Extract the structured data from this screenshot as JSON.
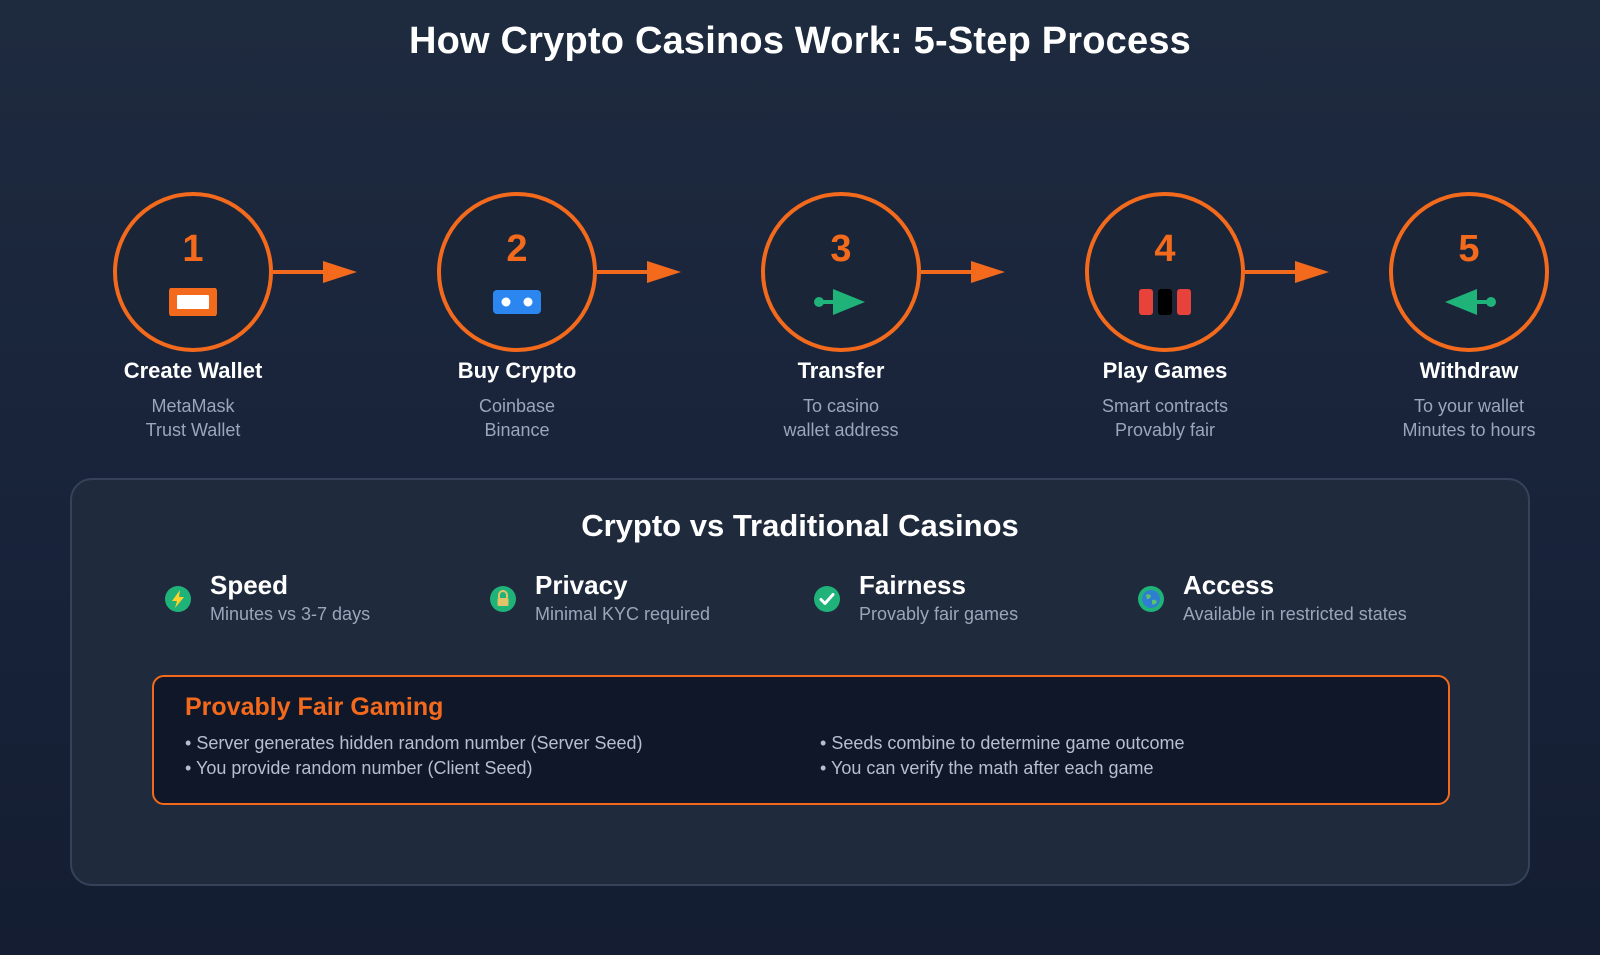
{
  "title": "How Crypto Casinos Work: 5-Step Process",
  "colors": {
    "accent": "#f36a1c",
    "background": "#1b2639",
    "panel": "#1f2a3c",
    "muted_text": "#9aa6bb"
  },
  "steps": [
    {
      "number": "1",
      "label": "Create Wallet",
      "icon": "wallet-icon",
      "lines": [
        "MetaMask",
        "Trust Wallet"
      ]
    },
    {
      "number": "2",
      "label": "Buy Crypto",
      "icon": "coins-icon",
      "lines": [
        "Coinbase",
        "Binance"
      ]
    },
    {
      "number": "3",
      "label": "Transfer",
      "icon": "send-arrow-icon",
      "lines": [
        "To casino",
        "wallet address"
      ]
    },
    {
      "number": "4",
      "label": "Play Games",
      "icon": "slot-machine-icon",
      "lines": [
        "Smart contracts",
        "Provably fair"
      ]
    },
    {
      "number": "5",
      "label": "Withdraw",
      "icon": "receive-arrow-icon",
      "lines": [
        "To your wallet",
        "Minutes to hours"
      ]
    }
  ],
  "comparison": {
    "title": "Crypto vs Traditional Casinos",
    "features": [
      {
        "label": "Speed",
        "desc": "Minutes vs 3-7 days",
        "icon": "lightning-icon"
      },
      {
        "label": "Privacy",
        "desc": "Minimal KYC required",
        "icon": "lock-icon"
      },
      {
        "label": "Fairness",
        "desc": "Provably fair games",
        "icon": "checkmark-icon"
      },
      {
        "label": "Access",
        "desc": "Available in restricted states",
        "icon": "globe-icon"
      }
    ]
  },
  "provably_fair": {
    "title": "Provably Fair Gaming",
    "left": [
      "Server generates hidden random number (Server Seed)",
      "You provide random number (Client Seed)"
    ],
    "right": [
      "Seeds combine to determine game outcome",
      "You can verify the math after each game"
    ]
  }
}
